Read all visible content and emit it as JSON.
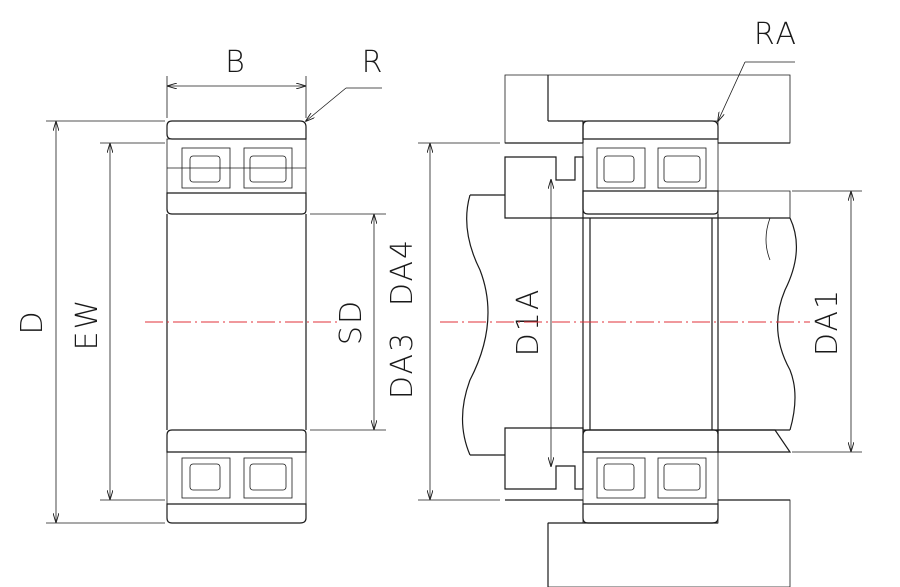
{
  "labels": {
    "B": "B",
    "R": "R",
    "D": "D",
    "EW": "EW",
    "SD": "SD",
    "DA3": "DA3",
    "DA4": "DA4",
    "RA": "RA",
    "D1A": "D1A",
    "DA1": "DA1"
  },
  "colors": {
    "line": "#1a1a1a",
    "centerline": "#e0303a"
  }
}
